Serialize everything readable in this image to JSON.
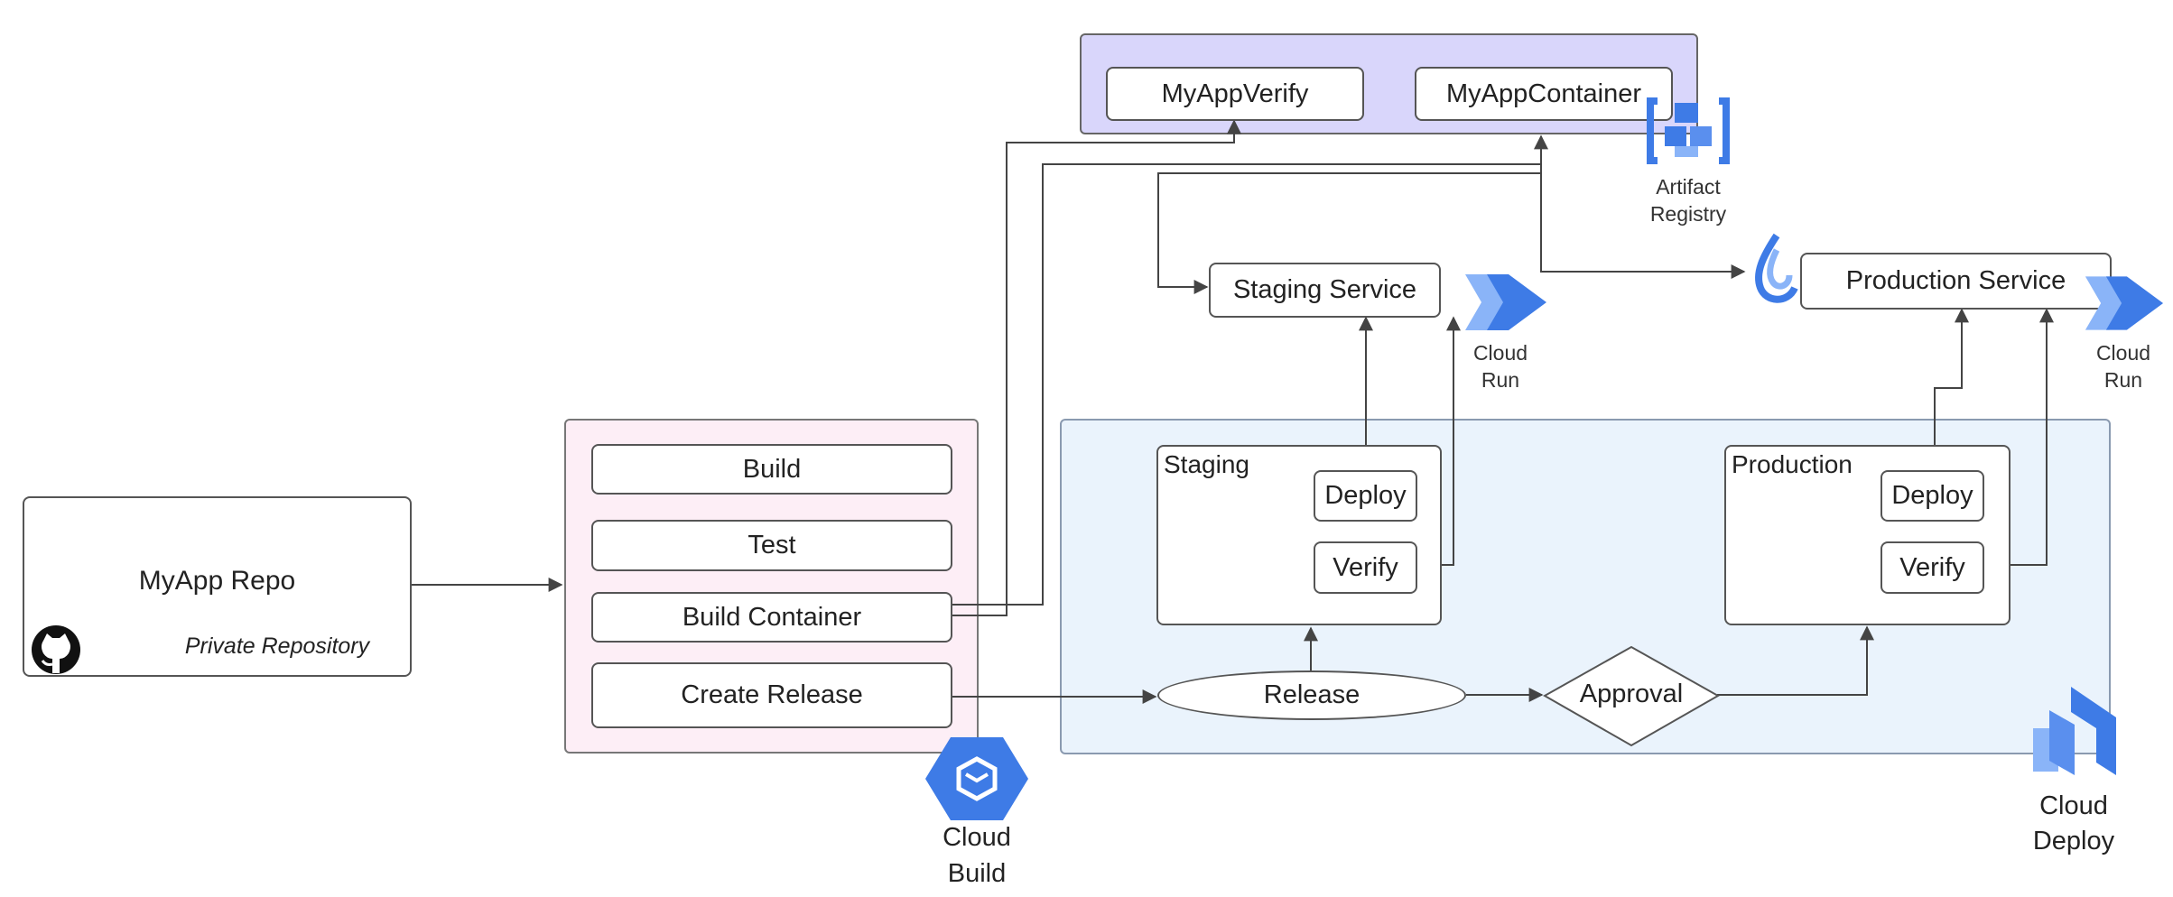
{
  "repo": {
    "title": "MyApp Repo",
    "subtitle": "Private Repository",
    "icon": "github-icon"
  },
  "cloud_build": {
    "steps": [
      "Build",
      "Test",
      "Build Container",
      "Create Release"
    ],
    "service_label_line1": "Cloud",
    "service_label_line2": "Build",
    "icon": "cloud-build-icon"
  },
  "artifact_registry": {
    "items": [
      "MyAppVerify",
      "MyAppContainer"
    ],
    "service_label_line1": "Artifact",
    "service_label_line2": "Registry",
    "icon": "artifact-registry-icon"
  },
  "cloud_run": {
    "staging_service": "Staging Service",
    "production_service": "Production Service",
    "service_label_line1": "Cloud",
    "service_label_line2": "Run",
    "icon": "cloud-run-icon"
  },
  "cloud_deploy": {
    "staging": {
      "title": "Staging",
      "deploy": "Deploy",
      "verify": "Verify"
    },
    "production": {
      "title": "Production",
      "deploy": "Deploy",
      "verify": "Verify"
    },
    "release": "Release",
    "approval": "Approval",
    "service_label_line1": "Cloud",
    "service_label_line2": "Deploy",
    "icon": "cloud-deploy-icon"
  },
  "colors": {
    "build_group_bg": "#fdeef6",
    "registry_group_bg": "#d9d6fb",
    "deploy_group_bg": "#eaf3fc",
    "google_blue": "#3e7be6",
    "google_light_blue": "#8ab4f8",
    "line": "#444444"
  }
}
